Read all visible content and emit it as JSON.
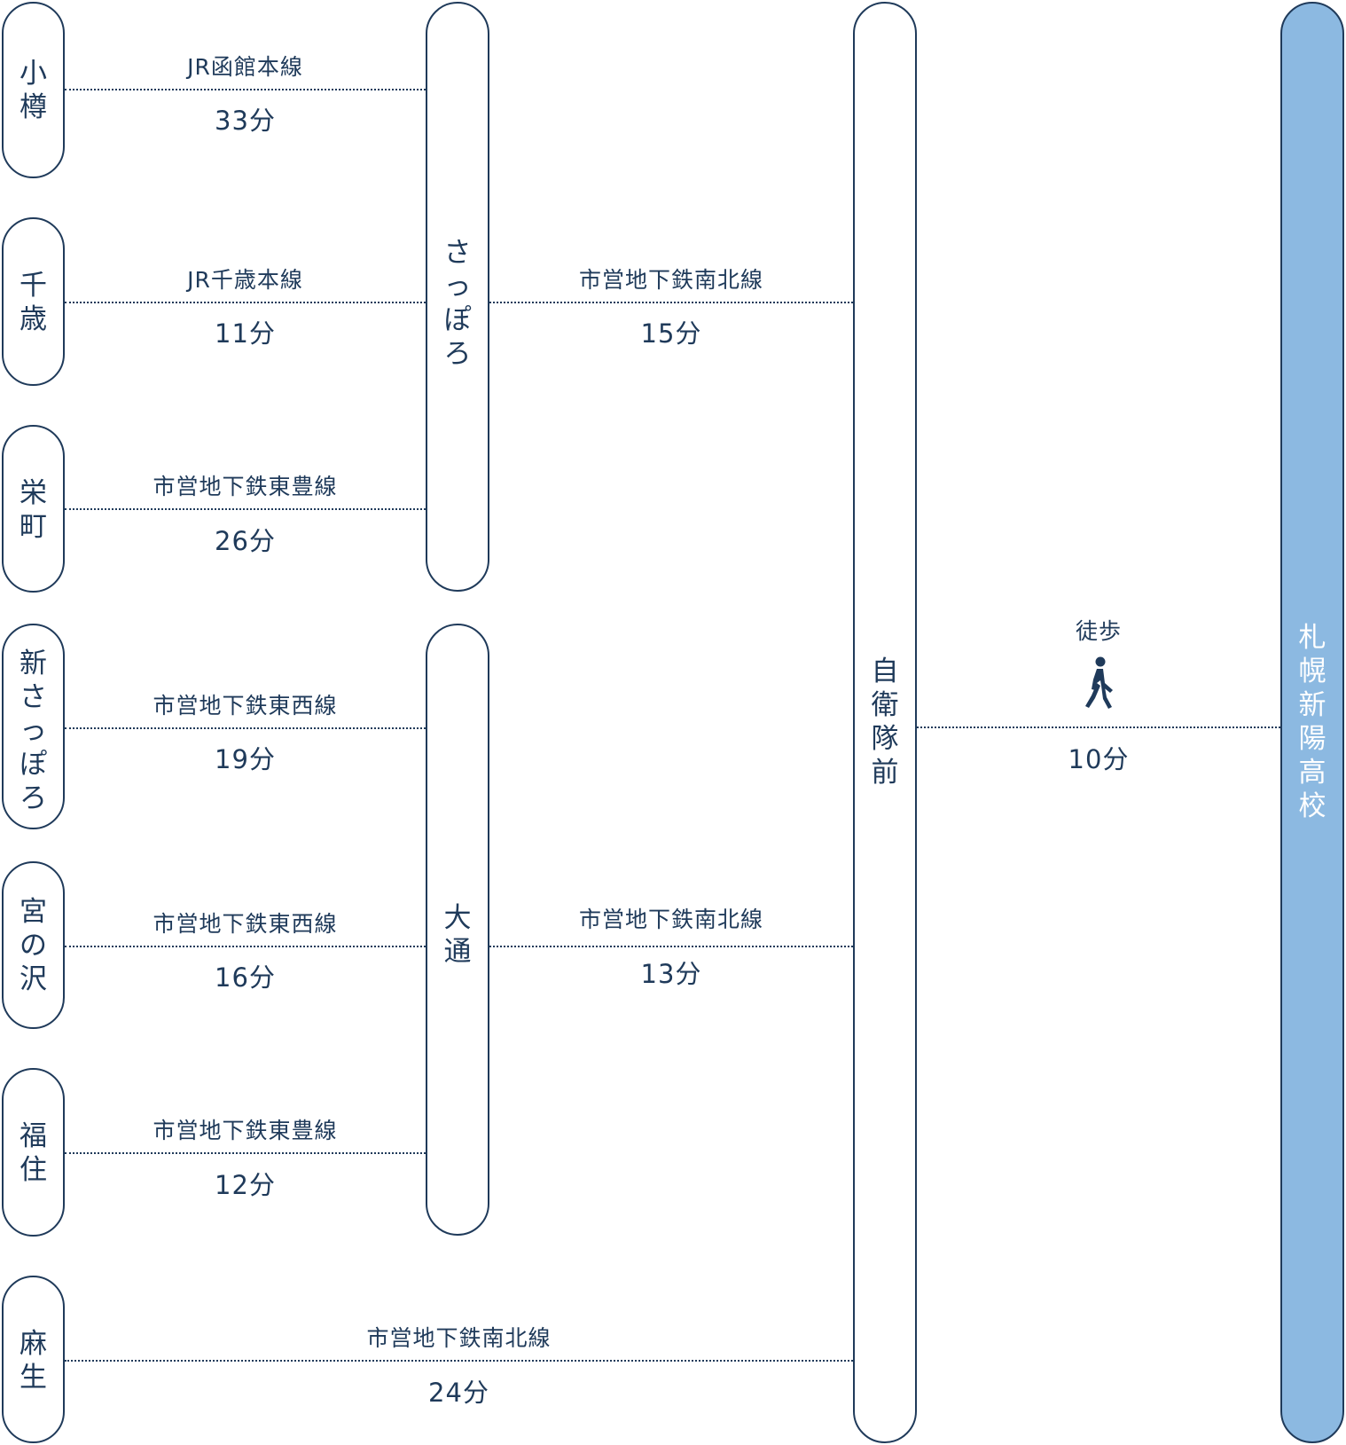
{
  "stations": {
    "otaru": "小樽",
    "chitose": "千歳",
    "sakaemachi": "栄町",
    "shin_sapporo": "新さっぽろ",
    "miyanosawa": "宮の沢",
    "fukuzumi": "福住",
    "asabu": "麻生",
    "sapporo": "さっぽろ",
    "odori": "大通",
    "jieitaimae": "自衛隊前",
    "school": "札幌新陽高校"
  },
  "routes": {
    "otaru": {
      "line": "JR函館本線",
      "time": "33分"
    },
    "chitose": {
      "line": "JR千歳本線",
      "time": "11分"
    },
    "sakaemachi": {
      "line": "市営地下鉄東豊線",
      "time": "26分"
    },
    "shin_sapporo": {
      "line": "市営地下鉄東西線",
      "time": "19分"
    },
    "miyanosawa": {
      "line": "市営地下鉄東西線",
      "time": "16分"
    },
    "fukuzumi": {
      "line": "市営地下鉄東豊線",
      "time": "12分"
    },
    "asabu": {
      "line": "市営地下鉄南北線",
      "time": "24分"
    },
    "sapporo": {
      "line": "市営地下鉄南北線",
      "time": "15分"
    },
    "odori": {
      "line": "市営地下鉄南北線",
      "time": "13分"
    },
    "walk": {
      "line": "徒歩",
      "time": "10分",
      "icon": "walking-person-icon"
    }
  },
  "colors": {
    "stroke": "#1f3a5a",
    "destination_fill": "#8cb9e1",
    "destination_text": "#ffffff"
  }
}
